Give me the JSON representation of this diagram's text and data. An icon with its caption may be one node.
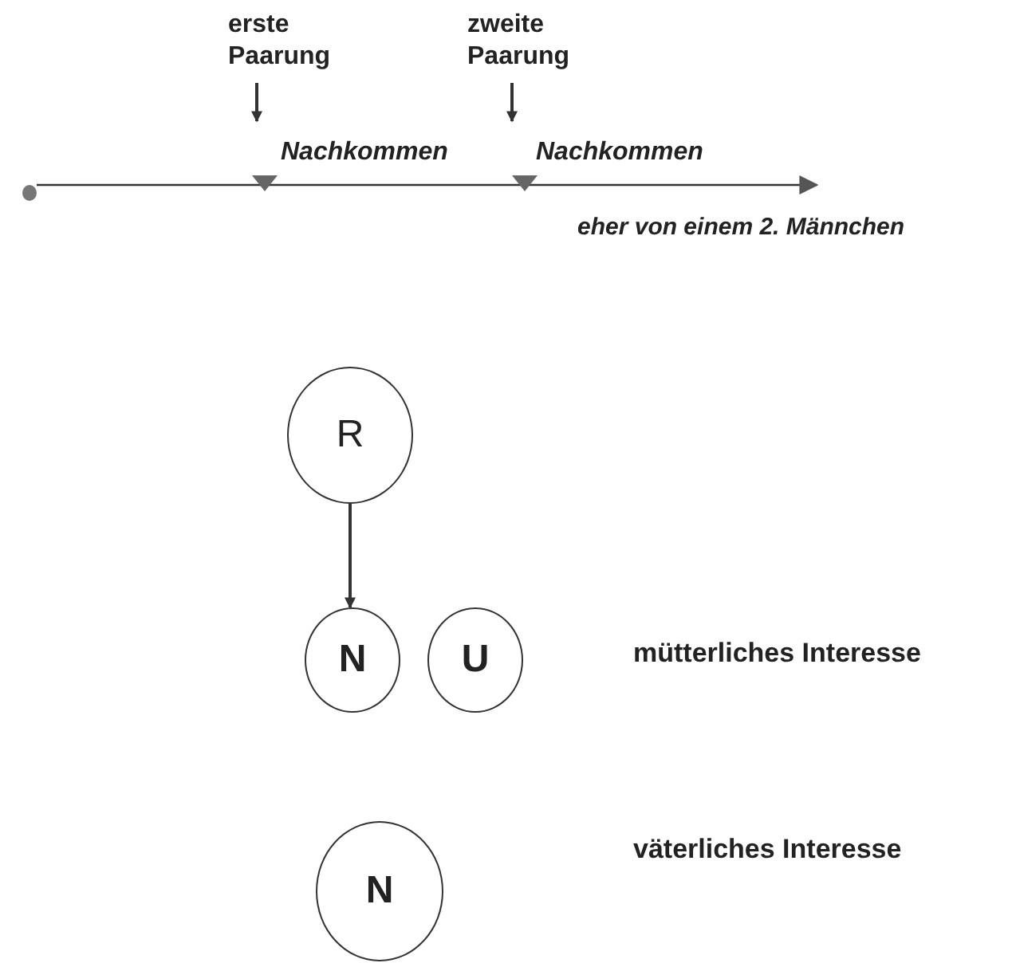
{
  "diagram": {
    "nodes": [
      {
        "text": [
          "erste Paarung"
        ]
      },
      {
        "text": [
          "zweite Paarung"
        ]
      },
      {
        "text": [],
        "shape": "circle"
      },
      {
        "text": [
          "R"
        ]
      },
      {
        "text": [
          "N"
        ]
      },
      {
        "text": [
          "U"
        ]
      },
      {
        "text": [
          "N"
        ]
      }
    ],
    "edges": [
      {
        "from": 0,
        "to": null,
        "arrow": "to"
      },
      {
        "from": 1,
        "to": null,
        "arrow": "to"
      },
      {
        "from": 2,
        "to": null,
        "arrow": "to"
      },
      {
        "from": 3,
        "to": 4,
        "arrow": "to"
      }
    ],
    "labels": [
      "Nachkommen",
      "Nachkommen",
      "eher von einem 2. Männchen",
      "mütterliches Interesse",
      "väterliches Interesse"
    ]
  }
}
